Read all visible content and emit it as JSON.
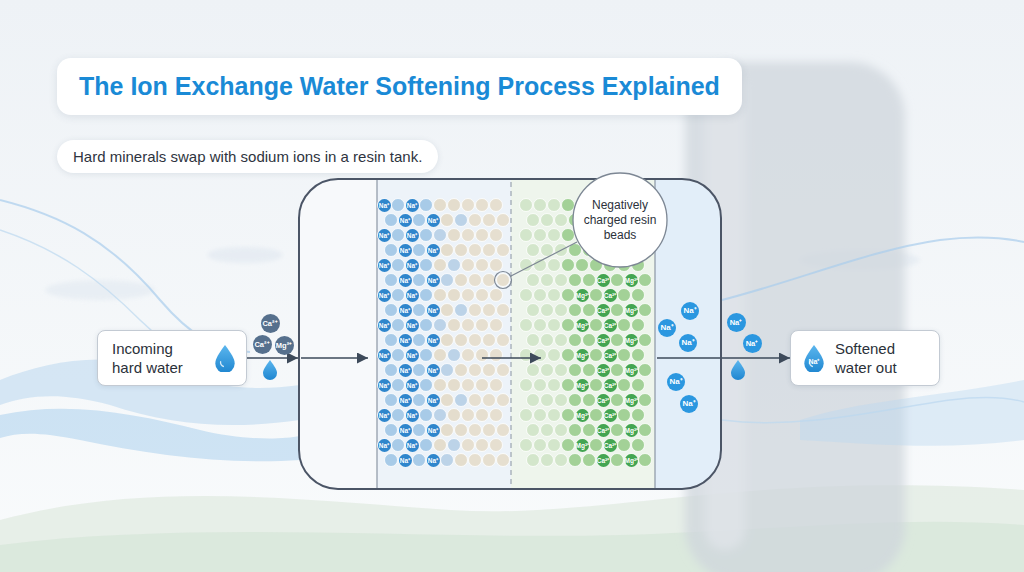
{
  "diagram": {
    "title": "The Ion Exchange Water Softening Process Explained",
    "nodes": [
      {
        "text": [
          "Hard minerals swap with sodium ions in a resin tank."
        ]
      },
      {
        "text": [
          "Incoming hard water"
        ]
      },
      {
        "text": [
          "Na⁺",
          "Na⁺",
          "Na⁺",
          "Na⁺",
          "Na⁺",
          "Na⁺",
          "Na⁺",
          "Na⁺",
          "Na⁺",
          "Na⁺",
          "Na⁺",
          "Na⁺",
          "Na⁺",
          "Na⁺",
          "Na⁺",
          "Na⁺",
          "Na⁺",
          "Na⁺",
          "Na⁺",
          "Na⁺",
          "Na⁺",
          "Na⁺",
          "Na⁺",
          "Na⁺",
          "Na⁺",
          "Na⁺",
          "Na⁺",
          "Na⁺",
          "Na⁺",
          "Na⁺",
          "Na⁺",
          "Na⁺",
          "Na⁺",
          "Na⁺",
          "Na⁺",
          "Na⁺",
          "Ca²⁺",
          "Mg²⁺",
          "Mg²⁺",
          "Ca²⁺",
          "Ca²⁺",
          "Mg²⁺",
          "Mg²⁺",
          "Ca²⁺",
          "Ca²⁺",
          "Mg²⁺",
          "Mg²⁺",
          "Ca²⁺",
          "Ca²⁺",
          "Mg²⁺",
          "Mg²⁺",
          "Ca²⁺",
          "Ca²⁺",
          "Mg²⁺",
          "Mg²⁺",
          "Ca²⁺",
          "Ca²⁺",
          "Mg²⁺",
          "Mg²⁺",
          "Ca²⁺",
          "Ca²⁺",
          "Mg²⁺",
          "Na⁺",
          "Na⁺",
          "Na⁺",
          "Na⁺",
          "Na⁺"
        ]
      },
      {
        "text": [
          "Negatively charged resin beads"
        ]
      },
      {
        "text": [
          "Softened water out",
          "Na⁺"
        ]
      }
    ],
    "edges": [
      {
        "from": 1,
        "to": 2,
        "arrow": "to"
      },
      {
        "from": 2,
        "to": 4,
        "arrow": "to"
      }
    ],
    "labels": [
      "Ca²⁺",
      "Ca²⁺",
      "Mg²⁺",
      "Na⁺",
      "Na⁺"
    ]
  }
}
